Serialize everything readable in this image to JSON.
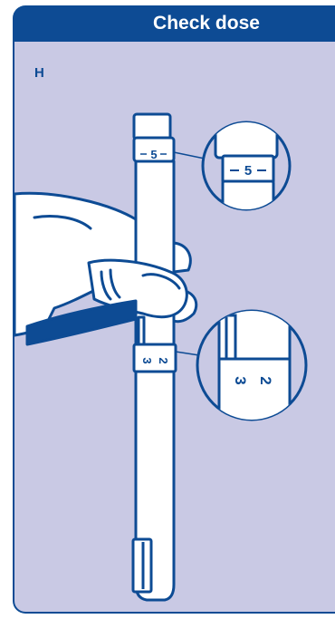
{
  "header": {
    "title": "Check dose"
  },
  "step": {
    "label": "H"
  },
  "illustration": {
    "dose_window_main": "5",
    "dose_window_zoom": "5",
    "scale_mark_left": "3",
    "scale_mark_right": "2",
    "scale_mark_left_zoom": "3",
    "scale_mark_right_zoom": "2"
  },
  "colors": {
    "header_bg": "#0d4b94",
    "panel_bg": "#c9c9e4",
    "outline": "#0d4b94"
  }
}
